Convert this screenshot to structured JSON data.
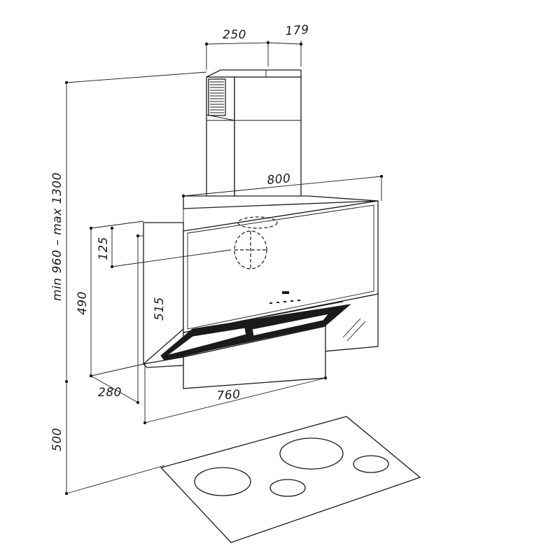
{
  "dimensions": {
    "chimney_width": "250",
    "chimney_depth": "179",
    "total_height": "min 960 – max 1300",
    "hood_width": "800",
    "duct_offset": "125",
    "hood_upper_height": "490",
    "hood_side_height": "515",
    "hood_depth": "280",
    "glass_width": "760",
    "hob_clearance": "500"
  }
}
